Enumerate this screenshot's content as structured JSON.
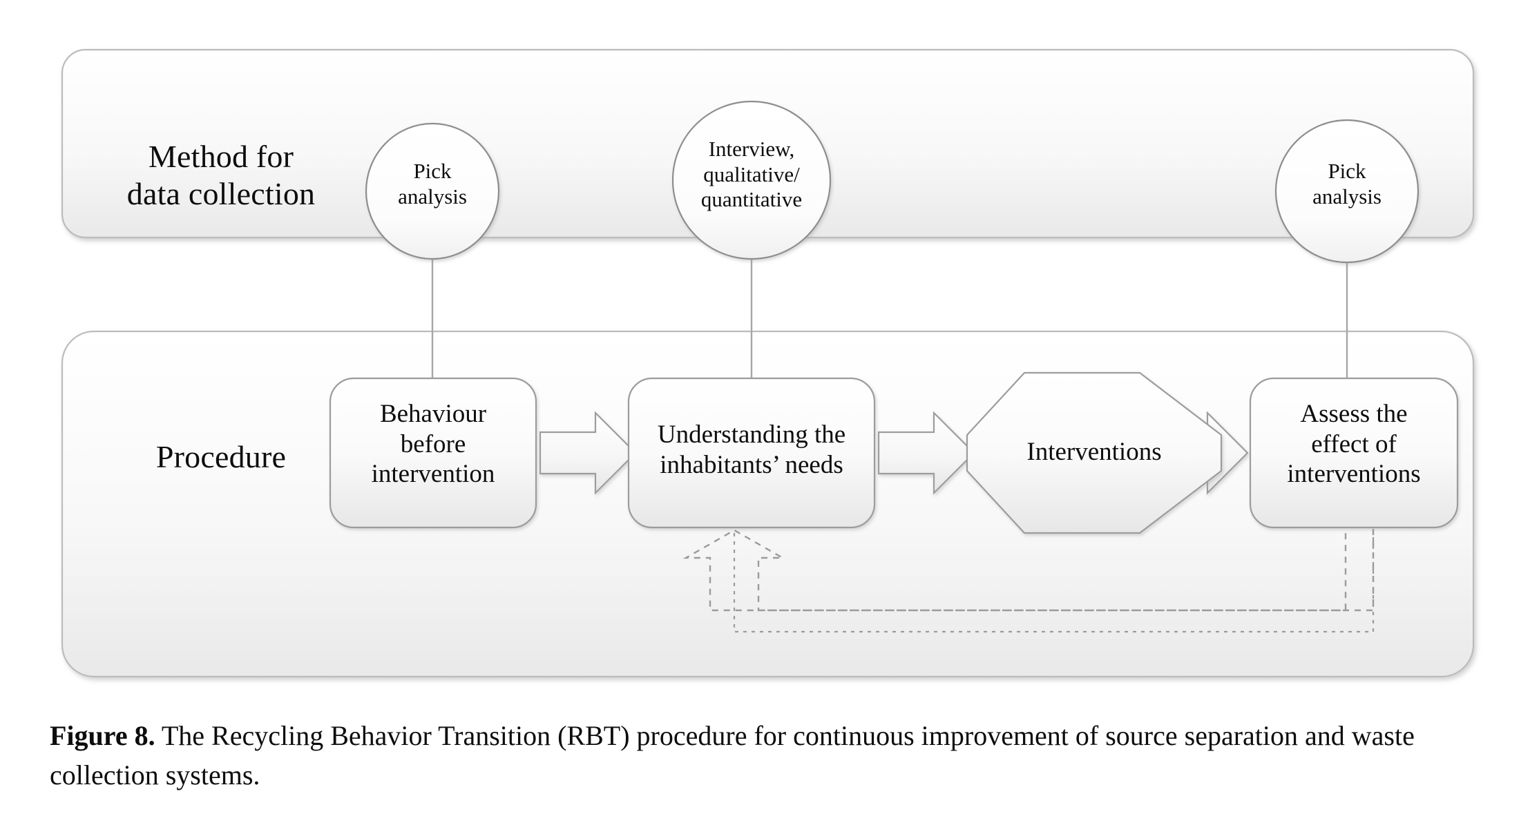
{
  "figure": {
    "caption_label": "Figure 8.",
    "caption_text": " The Recycling Behavior Transition (RBT) procedure for continuous improvement of source separation and waste collection systems."
  },
  "panels": [
    {
      "id": "method-panel",
      "row_title": "Method for\ndata collection",
      "row_title_line1": "Method for",
      "row_title_line2": "data collection"
    },
    {
      "id": "procedure-panel",
      "row_title": "Procedure"
    }
  ],
  "method_nodes": [
    {
      "id": "pick-analysis-1",
      "shape": "circle",
      "line1": "Pick",
      "line2": "analysis",
      "line3": ""
    },
    {
      "id": "interview-methods",
      "shape": "circle",
      "line1": "Interview,",
      "line2": "qualitative/",
      "line3": "quantitative"
    },
    {
      "id": "pick-analysis-2",
      "shape": "circle",
      "line1": "Pick",
      "line2": "analysis",
      "line3": ""
    }
  ],
  "procedure_nodes": [
    {
      "id": "behaviour-before-intervention",
      "shape": "rounded-rect",
      "line1": "Behaviour",
      "line2": "before",
      "line3": "intervention"
    },
    {
      "id": "understanding-needs",
      "shape": "rounded-rect",
      "line1": "Understanding the",
      "line2": "inhabitants’ needs",
      "line3": ""
    },
    {
      "id": "interventions",
      "shape": "octagon",
      "line1": "Interventions",
      "line2": "",
      "line3": ""
    },
    {
      "id": "assess-effect",
      "shape": "rounded-rect",
      "line1": "Assess the",
      "line2": "effect of",
      "line3": "interventions"
    }
  ],
  "connectors": {
    "block_arrows": 3,
    "vertical_links": 3,
    "feedback_loops": 2,
    "feedback_style": "dashed"
  },
  "colors": {
    "page_background": "#ffffff",
    "panel_fill_top": "#ffffff",
    "panel_fill_bottom": "#ececec",
    "panel_stroke": "#b9b9b9",
    "node_fill_top": "#fdfdfd",
    "node_fill_bottom": "#e9e9e9",
    "node_stroke": "#a8a8a8",
    "arrow_fill": "#f4f4f4",
    "arrow_stroke": "#9a9a9a",
    "connector_stroke": "#a0a0a0",
    "feedback_stroke": "#9b9b9b",
    "text": "#0d0d0d"
  }
}
